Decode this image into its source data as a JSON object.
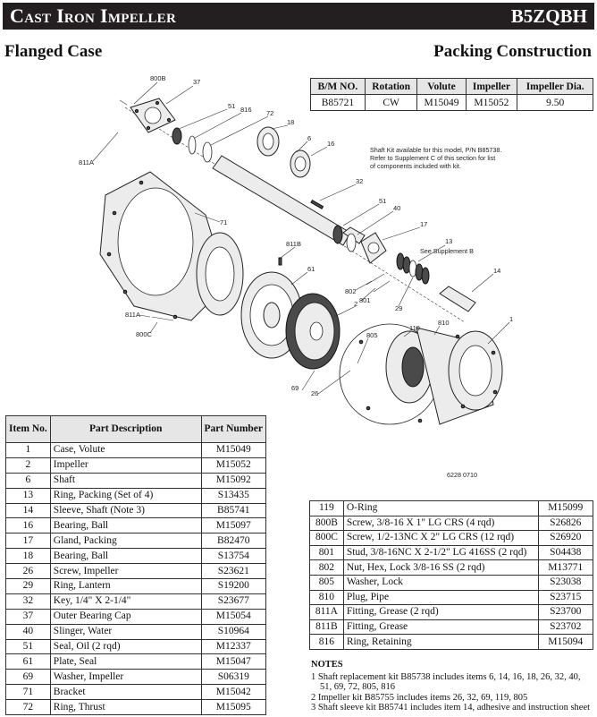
{
  "header": {
    "title": "Cast Iron Impeller",
    "model": "B5ZQBH"
  },
  "subtitles": {
    "left": "Flanged Case",
    "right": "Packing Construction"
  },
  "bm_table": {
    "headers": [
      "B/M NO.",
      "Rotation",
      "Volute",
      "Impeller",
      "Impeller Dia."
    ],
    "row": [
      "B85721",
      "CW",
      "M15049",
      "M15052",
      "9.50"
    ]
  },
  "parts_table": {
    "headers": {
      "item": "Item No.",
      "description": "Part Description",
      "part": "Part Number"
    },
    "left_rows": [
      [
        "1",
        "Case, Volute",
        "M15049"
      ],
      [
        "2",
        "Impeller",
        "M15052"
      ],
      [
        "6",
        "Shaft",
        "M15092"
      ],
      [
        "13",
        "Ring, Packing (Set of 4)",
        "S13435"
      ],
      [
        "14",
        "Sleeve, Shaft (Note 3)",
        "B85741"
      ],
      [
        "16",
        "Bearing, Ball",
        "M15097"
      ],
      [
        "17",
        "Gland, Packing",
        "B82470"
      ],
      [
        "18",
        "Bearing, Ball",
        "S13754"
      ],
      [
        "26",
        "Screw, Impeller",
        "S23621"
      ],
      [
        "29",
        "Ring, Lantern",
        "S19200"
      ],
      [
        "32",
        "Key, 1/4\" X 2-1/4\"",
        "S23677"
      ],
      [
        "37",
        "Outer Bearing Cap",
        "M15054"
      ],
      [
        "40",
        "Slinger, Water",
        "S10964"
      ],
      [
        "51",
        "Seal, Oil (2 rqd)",
        "M12337"
      ],
      [
        "61",
        "Plate, Seal",
        "M15047"
      ],
      [
        "69",
        "Washer, Impeller",
        "S06319"
      ],
      [
        "71",
        "Bracket",
        "M15042"
      ],
      [
        "72",
        "Ring, Thrust",
        "M15095"
      ]
    ],
    "right_rows": [
      [
        "119",
        "O-Ring",
        "M15099"
      ],
      [
        "800B",
        "Screw, 3/8-16 X 1\" LG CRS (4 rqd)",
        "S26826"
      ],
      [
        "800C",
        "Screw, 1/2-13NC X 2\" LG CRS (12 rqd)",
        "S26920"
      ],
      [
        "801",
        "Stud, 3/8-16NC X 2-1/2\" LG 416SS (2 rqd)",
        "S04438"
      ],
      [
        "802",
        "Nut, Hex, Lock 3/8-16 SS (2 rqd)",
        "M13771"
      ],
      [
        "805",
        "Washer, Lock",
        "S23038"
      ],
      [
        "810",
        "Plug, Pipe",
        "S23715"
      ],
      [
        "811A",
        "Fitting, Grease (2 rqd)",
        "S23700"
      ],
      [
        "811B",
        "Fitting, Grease",
        "S23702"
      ],
      [
        "816",
        "Ring, Retaining",
        "M15094"
      ]
    ]
  },
  "notes": {
    "heading": "NOTES",
    "items": [
      "1  Shaft replacement kit B85738 includes items 6, 14, 16, 18, 26, 32, 40, 51, 69, 72, 805, 816",
      "2  Impeller kit B85755 includes items 26, 32, 69, 119, 805",
      "3  Shaft sleeve kit B85741 includes item 14, adhesive and instruction sheet"
    ]
  },
  "diagram": {
    "callouts": [
      "800B",
      "37",
      "51",
      "816",
      "72",
      "18",
      "6",
      "16",
      "811A",
      "32",
      "51",
      "40",
      "71",
      "17",
      "13",
      "811B",
      "61",
      "14",
      "802",
      "801",
      "2",
      "29",
      "119",
      "810",
      "805",
      "1",
      "811A",
      "800C",
      "69",
      "26"
    ],
    "kit_note": [
      "Shaft Kit available for this model, P/N B85738.",
      "Refer to Supplement C of this section for list",
      "of components included with kit."
    ],
    "supplement_note": "See Supplement B",
    "drawing_number": "6228 0710"
  }
}
